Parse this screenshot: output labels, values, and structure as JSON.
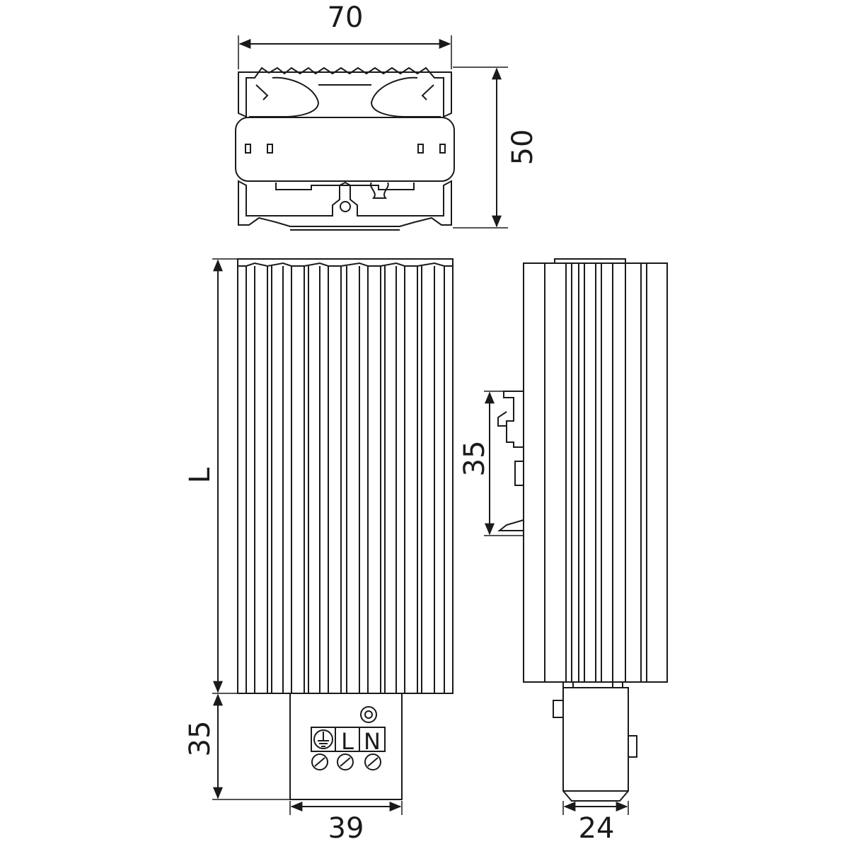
{
  "dimensions": {
    "top_width": "70",
    "top_height": "50",
    "front_length": "L",
    "terminal_height": "35",
    "terminal_width": "39",
    "side_rail": "35",
    "side_depth": "24"
  },
  "terminals": {
    "earth": "⏚",
    "line": "L",
    "neutral": "N"
  }
}
